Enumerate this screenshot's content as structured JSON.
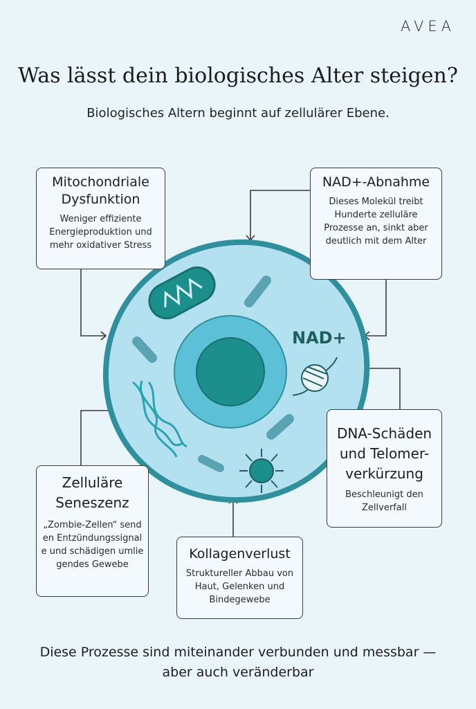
{
  "brand": "AVEA",
  "title": "Was lässt dein biologisches Alter steigen?",
  "subtitle": "Biologisches Altern beginnt auf zellulärer Ebene.",
  "cell_label": "NAD+",
  "boxes": {
    "mito": {
      "title": "Mitochondriale Dysfunktion",
      "text": "Weniger effiziente Energieproduktion und mehr oxidativer Stress"
    },
    "nad": {
      "title": "NAD+-Abnahme",
      "text": "Dieses Molekül treibt Hunderte zelluläre Prozesse an, sinkt aber deutlich mit dem Alter"
    },
    "dna": {
      "title": "DNA-Schäden und Telomer-verkürzung",
      "text": "Beschleunigt den Zellverfall"
    },
    "senescence": {
      "title": "Zelluläre Seneszenz",
      "text": "„Zombie-Zellen“ senden Entzündungssignale und schädigen umliegendes Gewebe"
    },
    "collagen": {
      "title": "Kollagenverlust",
      "text": "Struktureller Abbau von Haut, Gelenken und Bindegewebe"
    }
  },
  "footer": "Diese Prozesse sind miteinander verbunden und messbar — aber auch veränderbar",
  "colors": {
    "background": "#eaf5fa",
    "cell_fill": "#b4e1ef",
    "cell_border": "#2f8f9d",
    "organelle": "#1c8e8c",
    "text_dark": "#1d5f5f"
  }
}
